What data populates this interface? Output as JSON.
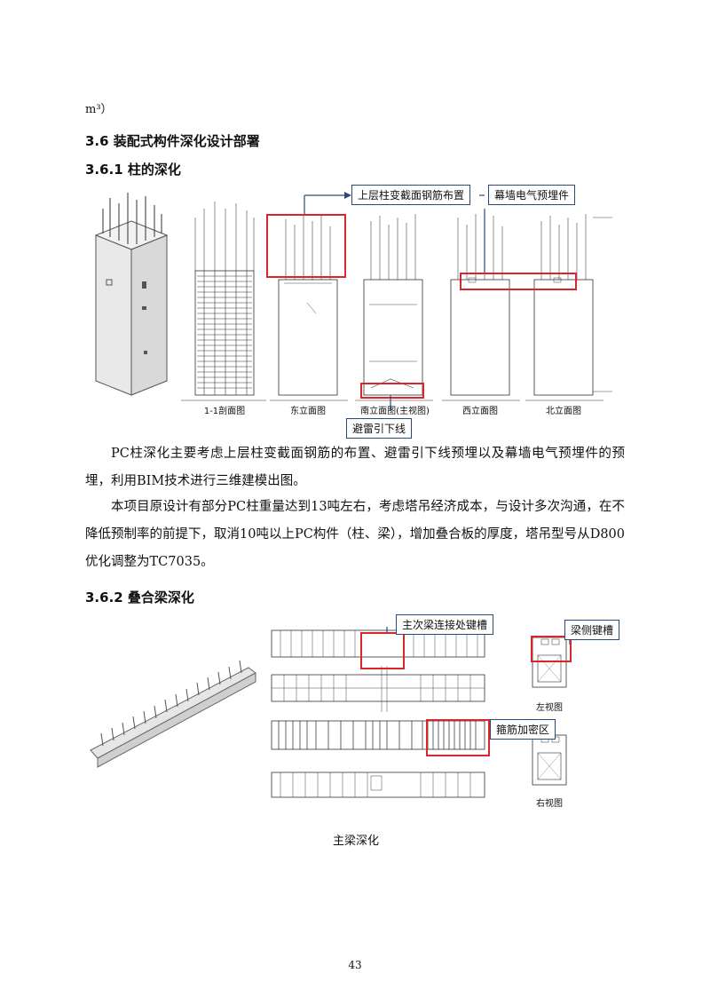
{
  "top_fragment": "m³）",
  "section_title": "3.6 装配式构件深化设计部署",
  "sub1_title": "3.6.1 柱的深化",
  "col_fig": {
    "callouts": [
      "上层柱变截面钢筋布置",
      "幕墙电气预埋件",
      "避雷引下线"
    ],
    "view_labels": [
      "1-1剖面图",
      "东立面图",
      "南立面图(主视图)",
      "西立面图",
      "北立面图"
    ]
  },
  "para1": "PC柱深化主要考虑上层柱变截面钢筋的布置、避雷引下线预埋以及幕墙电气预埋件的预埋，利用BIM技术进行三维建模出图。",
  "para2": "本项目原设计有部分PC柱重量达到13吨左右，考虑塔吊经济成本，与设计多次沟通，在不降低预制率的前提下，取消10吨以上PC构件（柱、梁），增加叠合板的厚度，塔吊型号从D800优化调整为TC7035。",
  "sub2_title": "3.6.2 叠合梁深化",
  "beam_fig": {
    "callouts": [
      "主次梁连接处键槽",
      "梁侧键槽",
      "箍筋加密区"
    ],
    "view_labels": [
      "左视图",
      "右视图"
    ],
    "caption": "主梁深化"
  },
  "page_number": "43"
}
